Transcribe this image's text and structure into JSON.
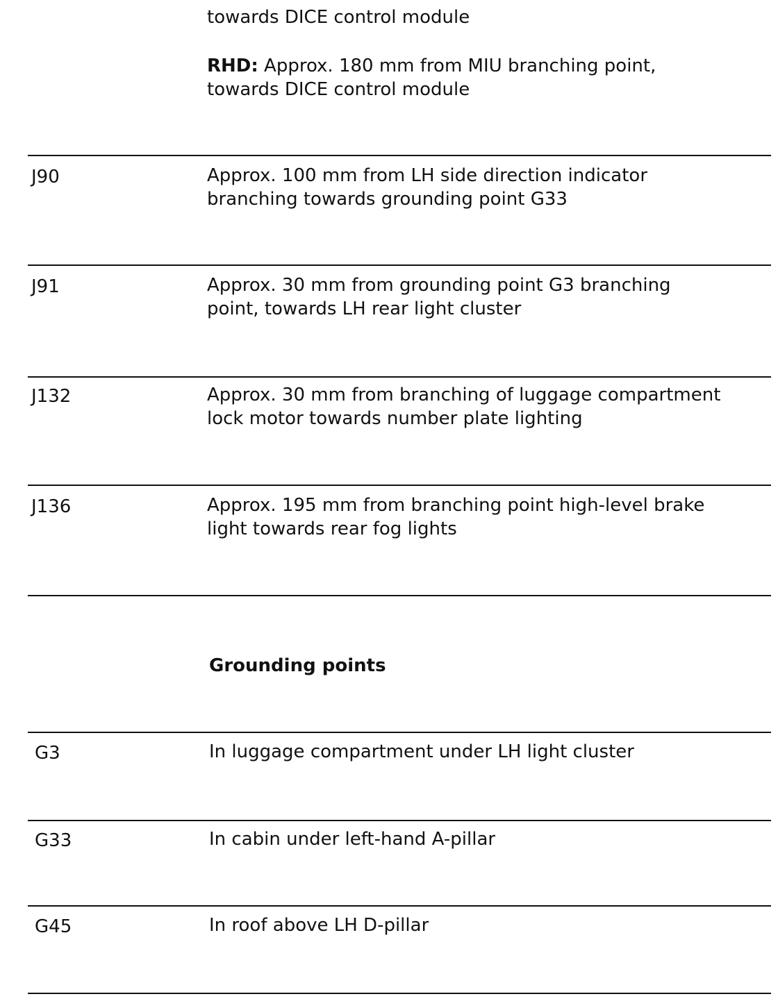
{
  "top": {
    "continuation": "towards DICE control module",
    "rhd_label": "RHD:",
    "rhd_text": " Approx. 180 mm from MIU branching point,\ntowards DICE control module"
  },
  "junctions": [
    {
      "code": "J90",
      "description": "Approx. 100 mm from LH side direction indicator\nbranching towards grounding point G33"
    },
    {
      "code": "J91",
      "description": "Approx. 30 mm from grounding point G3 branching\npoint, towards LH rear light cluster"
    },
    {
      "code": "J132",
      "description": "Approx. 30 mm from branching of luggage compartment\nlock motor towards number plate lighting"
    },
    {
      "code": "J136",
      "description": "Approx. 195 mm from branching point high-level brake\nlight towards rear fog lights"
    }
  ],
  "grounding": {
    "heading": "Grounding points",
    "items": [
      {
        "code": "G3",
        "description": "In luggage compartment under LH light cluster"
      },
      {
        "code": "G33",
        "description": "In cabin under left-hand A-pillar"
      },
      {
        "code": "G45",
        "description": "In roof above LH D-pillar"
      }
    ]
  }
}
